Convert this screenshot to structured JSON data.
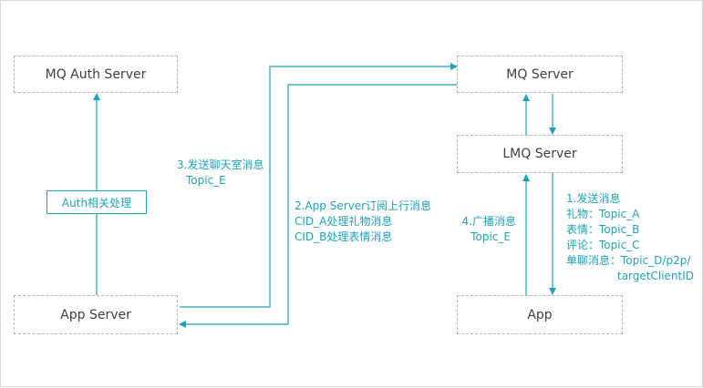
{
  "colors": {
    "accent": "#1fa3b8",
    "box_border": "#b5b5b5",
    "text": "#404040",
    "frame": "#d9d9d9"
  },
  "nodes": {
    "mq_auth_server": "MQ Auth Server",
    "mq_server": "MQ Server",
    "lmq_server": "LMQ Server",
    "app_server": "App Server",
    "app": "App",
    "auth_process": "Auth相关处理"
  },
  "edge_labels": {
    "send_chatroom": [
      "3.发送聊天室消息",
      "Topic_E"
    ],
    "app_server_subscribe": [
      "2.App Server订阅上行消息",
      "CID_A处理礼物消息",
      "CID_B处理表情消息"
    ],
    "broadcast": [
      "4.广播消息",
      "Topic_E"
    ],
    "send_message": [
      "1.发送消息",
      "礼物：Topic_A",
      "表情：Topic_B",
      "评论：Topic_C",
      "单聊消息：Topic_D/p2p/",
      "targetClientID"
    ]
  }
}
